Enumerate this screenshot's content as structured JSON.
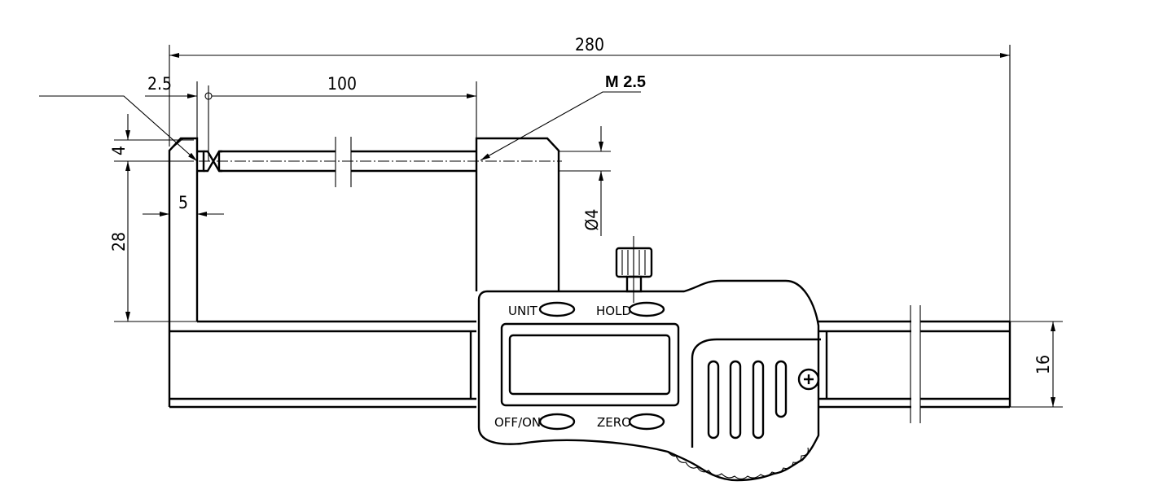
{
  "dimensions": {
    "overall_length": "280",
    "jaw_offset": "2.5",
    "rod_length": "100",
    "thread": "M 2.5",
    "tip_height": "4",
    "jaw_depth": "28",
    "jaw_width": "5",
    "rod_diameter": "Ø4",
    "beam_height": "16"
  },
  "buttons": {
    "unit": "UNIT",
    "hold": "HOLD",
    "off_on": "OFF/ON",
    "zero": "ZERO"
  }
}
